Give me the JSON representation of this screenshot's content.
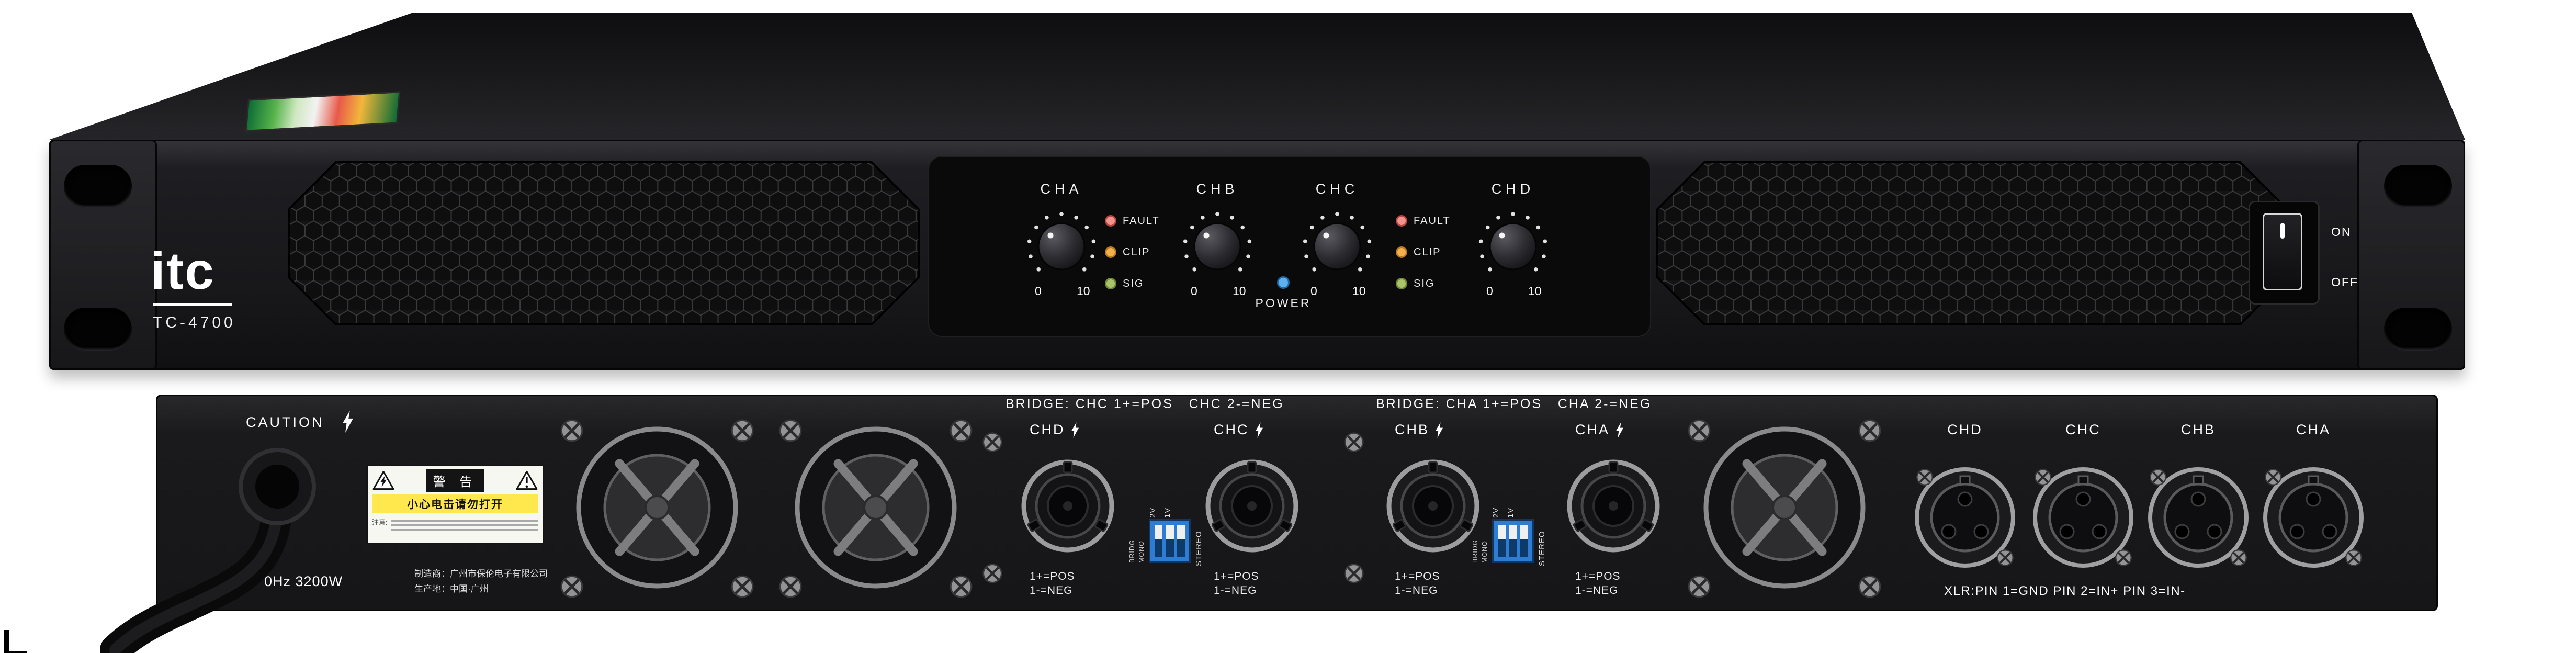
{
  "product": {
    "brand": "itc",
    "model": "TC-4700"
  },
  "front_panel": {
    "channels": [
      "CHA",
      "CHB",
      "CHC",
      "CHD"
    ],
    "knob_scale_min": "0",
    "knob_scale_max": "10",
    "led_labels": [
      "FAULT",
      "CLIP",
      "SIG"
    ],
    "led_colors": {
      "fault": "#f4928e",
      "clip": "#f5b04e",
      "sig": "#a9c46a"
    },
    "power_label": "POWER",
    "power_led_color": "#5db1f0",
    "switch_on": "ON",
    "switch_off": "OFF"
  },
  "rear_panel": {
    "caution": "CAUTION",
    "bridge_label_left": "BRIDGE: CHC 1+=POS   CHC 2-=NEG",
    "bridge_label_right": "BRIDGE: CHA 1+=POS   CHA 2-=NEG",
    "speakon_channels": [
      "CHD",
      "CHC",
      "CHB",
      "CHA"
    ],
    "polarity_line1": "1+=POS",
    "polarity_line2": "1-=NEG",
    "dip_switch": {
      "top_labels": [
        "2V",
        "1V"
      ],
      "left_labels": [
        "BRIDG",
        "MONO"
      ],
      "right_label": "STEREO",
      "body_color": "#2e7dd2"
    },
    "xlr_channels": [
      "CHD",
      "CHC",
      "CHB",
      "CHA"
    ],
    "xlr_pinout": "XLR:PIN 1=GND PIN 2=IN+ PIN 3=IN-",
    "power_rating": "0Hz 3200W",
    "manufacturer_line1": "制造商：广州市保伦电子有限公司",
    "manufacturer_line2": "生产地：中国·广州",
    "warning_sticker": {
      "title": "警 告",
      "subtitle": "小心电击请勿打开",
      "note_prefix": "注意:"
    }
  }
}
